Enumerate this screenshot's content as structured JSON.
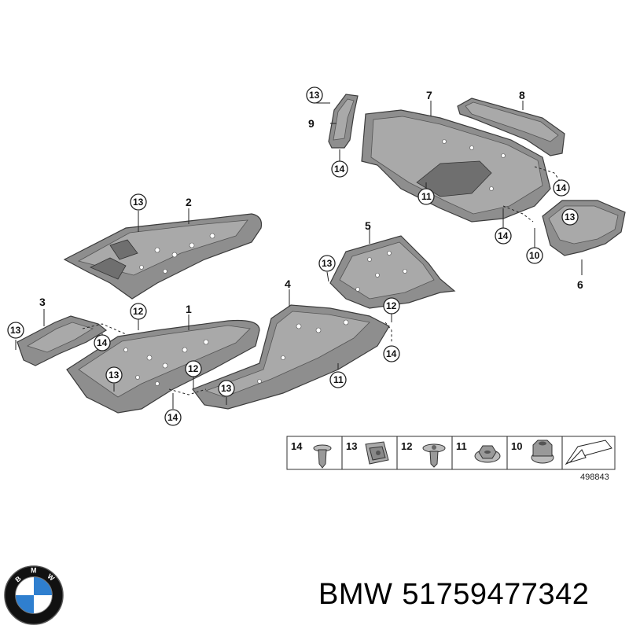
{
  "diagram": {
    "reference_number": "498843",
    "part_numbers": [
      "1",
      "2",
      "3",
      "4",
      "5",
      "6",
      "7",
      "8",
      "9"
    ],
    "fastener_callouts": [
      "10",
      "11",
      "12",
      "13",
      "14"
    ],
    "legend": [
      {
        "number": "14",
        "icon": "push-rivet-icon"
      },
      {
        "number": "13",
        "icon": "clip-nut-icon"
      },
      {
        "number": "12",
        "icon": "expanding-rivet-icon"
      },
      {
        "number": "11",
        "icon": "flange-nut-icon"
      },
      {
        "number": "10",
        "icon": "hex-collar-nut-icon"
      },
      {
        "number": "",
        "icon": "direction-arrow-icon"
      }
    ]
  },
  "caption": {
    "brand": "BMW",
    "part_number": "51759477342"
  },
  "logo": {
    "letters": "BMW",
    "colors": {
      "blue": "#2f7fcf",
      "white": "#ffffff",
      "ring": "#111111"
    }
  }
}
